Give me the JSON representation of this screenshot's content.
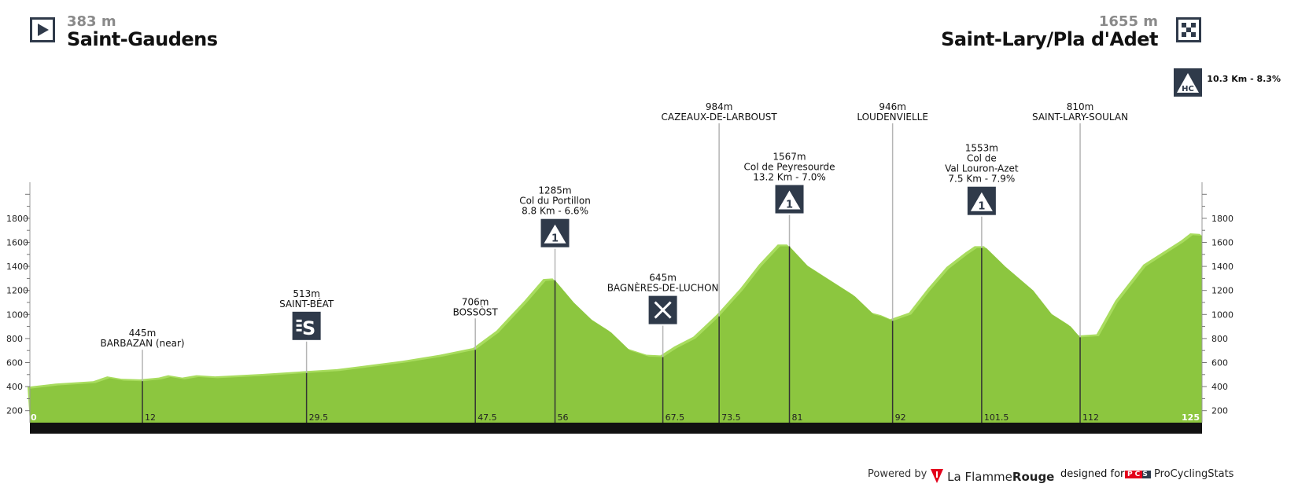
{
  "start": {
    "altitude": "383 m",
    "city": "Saint-Gaudens",
    "icon": "play-icon"
  },
  "finish": {
    "altitude": "1655 m",
    "city": "Saint-Lary/Pla d'Adet",
    "icon": "checkered-flag-icon",
    "climb_info": "10.3 Km - 8.3%",
    "climb_category": "HC"
  },
  "footer": {
    "powered_by": "Powered by",
    "brand1": "La Flamme",
    "brand1b": "Rouge",
    "designed_for": "designed for",
    "pcs_logo": "PCS",
    "brand2": "ProCyclingStats"
  },
  "colors": {
    "profile": "#8cc63f",
    "profile_light": "#a8dc5e",
    "icon_bg": "#2f3a4a",
    "baseline": "#111111"
  },
  "chart_data": {
    "type": "area",
    "xlabel": "",
    "ylabel": "",
    "xlim": [
      0,
      125
    ],
    "ylim": [
      100,
      2100
    ],
    "yticks": [
      200,
      400,
      600,
      800,
      1000,
      1200,
      1400,
      1600,
      1800
    ],
    "xticks": [
      {
        "km": 0,
        "label": "0"
      },
      {
        "km": 12,
        "label": "12"
      },
      {
        "km": 29.5,
        "label": "29.5"
      },
      {
        "km": 47.5,
        "label": "47.5"
      },
      {
        "km": 56,
        "label": "56"
      },
      {
        "km": 67.5,
        "label": "67.5"
      },
      {
        "km": 73.5,
        "label": "73.5"
      },
      {
        "km": 81,
        "label": "81"
      },
      {
        "km": 92,
        "label": "92"
      },
      {
        "km": 101.5,
        "label": "101.5"
      },
      {
        "km": 112,
        "label": "112"
      },
      {
        "km": 125,
        "label": "125"
      }
    ],
    "x": [
      0,
      3,
      7,
      8.5,
      10,
      12,
      14,
      15,
      16.5,
      18,
      20,
      25,
      29.5,
      33,
      36,
      40,
      44,
      47.5,
      50,
      53,
      55,
      56,
      58,
      60,
      62,
      64,
      66,
      67.5,
      69,
      71,
      73.5,
      76,
      78,
      80,
      81,
      83,
      85,
      88,
      90,
      91,
      92,
      94,
      96,
      98,
      100,
      101,
      102,
      104,
      107,
      109,
      111,
      112,
      114,
      116,
      119,
      121,
      123,
      124,
      125
    ],
    "y": [
      383,
      410,
      430,
      470,
      450,
      445,
      460,
      480,
      460,
      480,
      470,
      490,
      513,
      530,
      560,
      600,
      650,
      706,
      850,
      1100,
      1280,
      1285,
      1100,
      950,
      850,
      700,
      650,
      645,
      720,
      800,
      984,
      1200,
      1400,
      1567,
      1567,
      1400,
      1300,
      1150,
      1000,
      980,
      946,
      1000,
      1200,
      1380,
      1500,
      1553,
      1553,
      1400,
      1200,
      1000,
      900,
      810,
      820,
      1100,
      1400,
      1500,
      1600,
      1660,
      1655
    ],
    "points": [
      {
        "km": 12,
        "lines": [
          "445m",
          "BARBAZAN (near)"
        ],
        "icon": null
      },
      {
        "km": 29.5,
        "lines": [
          "513m",
          "SAINT-BÉAT"
        ],
        "icon": "sprint-icon"
      },
      {
        "km": 47.5,
        "lines": [
          "706m",
          "BOSSÒST"
        ],
        "icon": null
      },
      {
        "km": 56,
        "lines": [
          "1285m",
          "Col du Portillon",
          "8.8 Km - 6.6%"
        ],
        "icon": "climb-cat-1-icon",
        "cat": "1"
      },
      {
        "km": 67.5,
        "lines": [
          "645m",
          "BAGNÈRES-DE-LUCHON"
        ],
        "icon": "feed-zone-icon"
      },
      {
        "km": 73.5,
        "lines": [
          "984m",
          "CAZEAUX-DE-LARBOUST"
        ],
        "icon": null
      },
      {
        "km": 81,
        "lines": [
          "1567m",
          "Col de Peyresourde",
          "13.2 Km - 7.0%"
        ],
        "icon": "climb-cat-1-icon",
        "cat": "1"
      },
      {
        "km": 92,
        "lines": [
          "946m",
          "LOUDENVIELLE"
        ],
        "icon": null
      },
      {
        "km": 101.5,
        "lines": [
          "1553m",
          "Col de",
          "Val Louron-Azet",
          "7.5 Km - 7.9%"
        ],
        "icon": "climb-cat-1-icon",
        "cat": "1"
      },
      {
        "km": 112,
        "lines": [
          "810m",
          "SAINT-LARY-SOULAN"
        ],
        "icon": null
      }
    ]
  }
}
